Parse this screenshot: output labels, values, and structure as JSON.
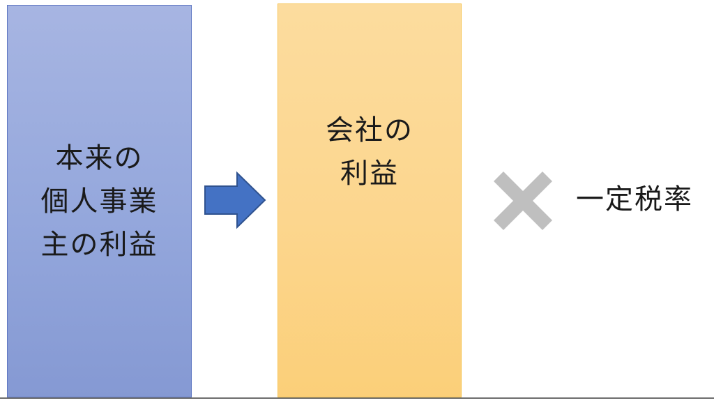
{
  "diagram": {
    "box_left": {
      "text": "本来の\n個人事業\n主の利益",
      "fill": "#94a7dc",
      "stroke": "#5f77c2"
    },
    "arrow": {
      "icon": "right-arrow-icon",
      "fill": "#4472c4",
      "stroke": "#2f528f"
    },
    "box_right": {
      "text": "会社の\n利益",
      "fill": "#fcd68e",
      "stroke": "#f6c453"
    },
    "cross": {
      "icon": "cross-icon",
      "fill": "#bfbfbf"
    },
    "rate_label": "一定税率"
  }
}
